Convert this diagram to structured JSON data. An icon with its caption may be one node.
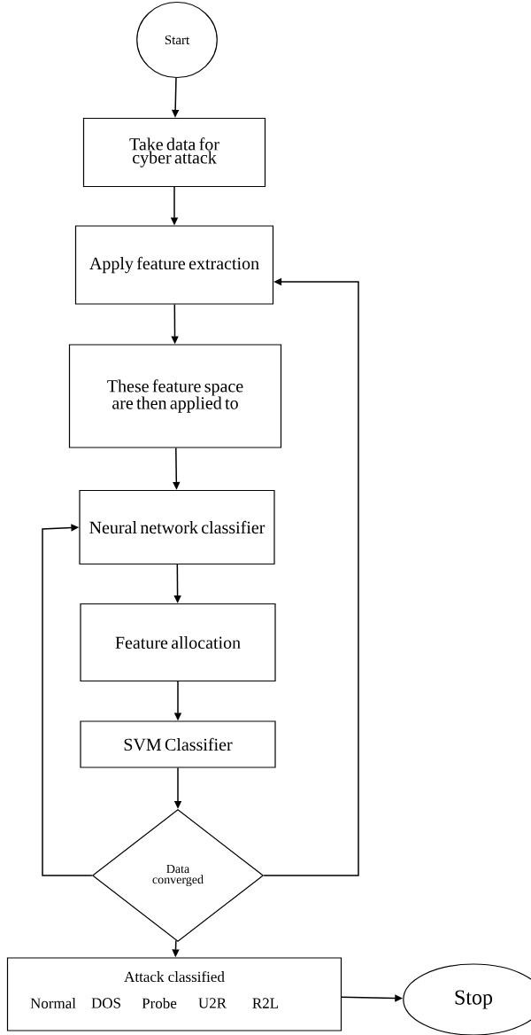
{
  "diagram": {
    "nodes": [
      {
        "text": [
          "Start"
        ]
      },
      {
        "text": [
          "Take data for cyber attack"
        ]
      },
      {
        "text": [
          "Apply feature extraction"
        ]
      },
      {
        "text": [
          "These feature space are then applied to"
        ]
      },
      {
        "text": [
          "Neural network classifier"
        ]
      },
      {
        "text": [
          "Feature allocation"
        ]
      },
      {
        "text": [
          "SVM Classifier"
        ]
      },
      {
        "text": [
          "Data converged"
        ]
      },
      {
        "text": [
          "Attack classified",
          "Normal",
          "DOS",
          "Probe",
          "U2R",
          "R2L"
        ]
      },
      {
        "text": [
          "Stop"
        ]
      }
    ],
    "edges": [
      {
        "from": 0,
        "to": 1,
        "arrow": "to"
      },
      {
        "from": 1,
        "to": 2,
        "arrow": "to"
      },
      {
        "from": 2,
        "to": 3,
        "arrow": "to"
      },
      {
        "from": 3,
        "to": 4,
        "arrow": "to"
      },
      {
        "from": 4,
        "to": 5,
        "arrow": "to"
      },
      {
        "from": 5,
        "to": 6,
        "arrow": "to"
      },
      {
        "from": 6,
        "to": 7,
        "arrow": "to"
      },
      {
        "from": 7,
        "to": 4,
        "arrow": "to"
      },
      {
        "from": 7,
        "to": 2,
        "arrow": "to"
      },
      {
        "from": 7,
        "to": 8,
        "arrow": "to"
      },
      {
        "from": 8,
        "to": 9,
        "arrow": "to"
      }
    ]
  }
}
